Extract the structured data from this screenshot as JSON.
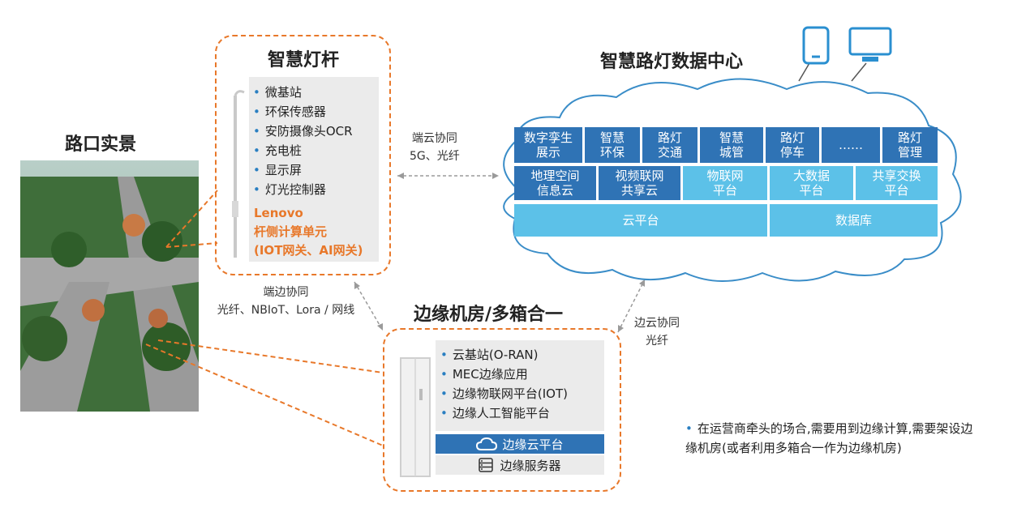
{
  "titles": {
    "intersection": "路口实景",
    "smart_pole": "智慧灯杆",
    "data_center": "智慧路灯数据中心",
    "edge_room": "边缘机房/多箱合一"
  },
  "smart_pole": {
    "items": [
      "微基站",
      "环保传感器",
      "安防摄像头OCR",
      "充电桩",
      "显示屏",
      "灯光控制器"
    ],
    "lenovo_lines": [
      "Lenovo",
      "杆侧计算单元",
      "(IOT网关、AI网关)"
    ]
  },
  "links": {
    "device_cloud": [
      "端云协同",
      "5G、光纤"
    ],
    "device_edge": [
      "端边协同",
      "光纤、NBIoT、Lora / 网线"
    ],
    "edge_cloud": [
      "边云协同",
      "光纤"
    ]
  },
  "cloud": {
    "row1": [
      "数字孪生\n展示",
      "智慧\n环保",
      "路灯\n交通",
      "智慧\n城管",
      "路灯\n停车",
      "……",
      "路灯\n管理"
    ],
    "row2": [
      "地理空间\n信息云",
      "视频联网\n共享云",
      "物联网\n平台",
      "大数据\n平台",
      "共享交换\n平台"
    ],
    "row3": [
      "云平台",
      "数据库"
    ]
  },
  "edge": {
    "items": [
      "云基站(O-RAN)",
      "MEC边缘应用",
      "边缘物联网平台(IOT)",
      "边缘人工智能平台"
    ],
    "cloud_platform": "边缘云平台",
    "server": "边缘服务器"
  },
  "note": "在运营商牵头的场合,需要用到边缘计算,需要架设边缘机房(或者利用多箱合一作为边缘机房)",
  "colors": {
    "accent_orange": "#e8782a",
    "dark_blue": "#2f73b5",
    "light_blue": "#5cc1e8"
  },
  "icons": [
    "phone-icon",
    "monitor-icon",
    "cloud-icon",
    "server-icon"
  ]
}
